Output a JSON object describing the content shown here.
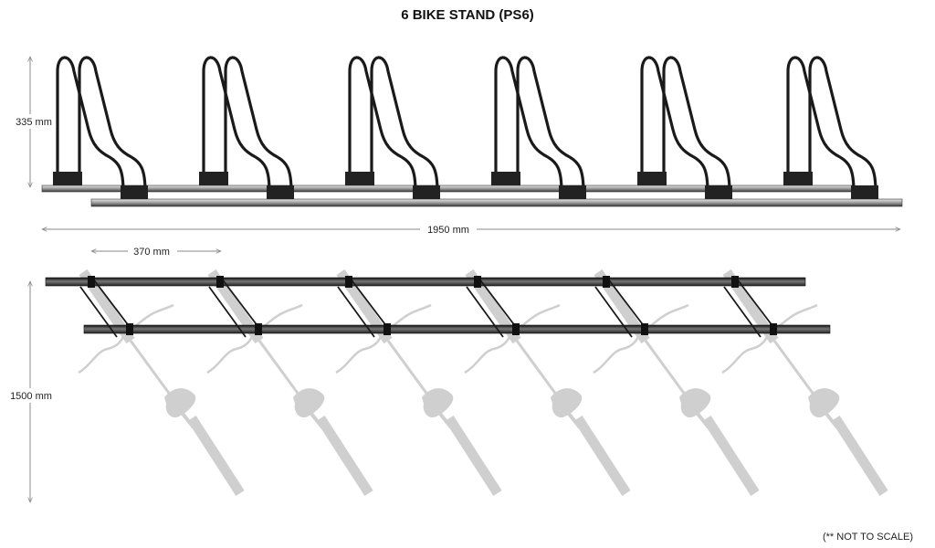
{
  "title": "6 BIKE STAND (PS6)",
  "dimensions": {
    "height_label": "335 mm",
    "length_label": "1950 mm",
    "spacing_label": "370 mm",
    "depth_label": "1500 mm"
  },
  "note": "(** NOT TO SCALE)",
  "stand_count": 6,
  "colors": {
    "frame": "#1a1a1a",
    "rail_top": "#9a9a9a",
    "rail_dark": "#2a2a2a",
    "bike": "#cfcfcf",
    "dimension_line": "#888888"
  }
}
